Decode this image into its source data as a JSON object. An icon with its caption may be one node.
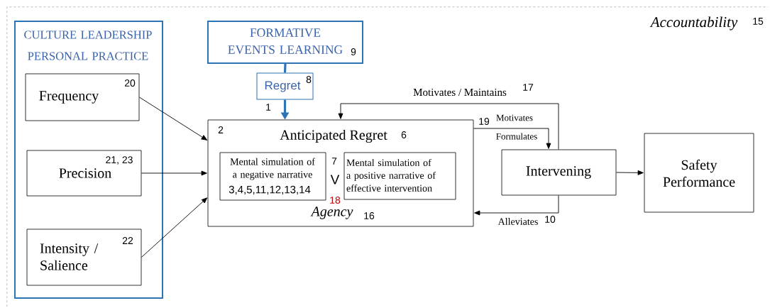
{
  "diagram": {
    "nodes": [
      {
        "text": [
          "Accountability",
          "15"
        ]
      },
      {
        "text": [
          "CULTURE LEADERSHIP PERSONAL PRACTICE"
        ],
        "in": 0
      },
      {
        "text": [
          "20",
          "Frequency"
        ],
        "in": 1
      },
      {
        "text": [
          "21, 23",
          "Precision"
        ],
        "in": 1
      },
      {
        "text": [
          "22",
          "Intensity / Salience"
        ],
        "in": 1
      },
      {
        "text": [
          "FORMATIVE EVENTS LEARNING",
          "9"
        ],
        "in": 0
      },
      {
        "text": [
          "Regret",
          "8"
        ],
        "in": 0
      },
      {
        "text": [
          "2",
          "Anticipated Regret",
          "6",
          "Agency",
          "16"
        ],
        "in": 0
      },
      {
        "text": [
          "Mental simulation of a negative narrative",
          "3,4,5,11,12,13,14"
        ],
        "in": 7
      },
      {
        "text": [
          "Mental simulation of a positive narrative of effective intervention"
        ],
        "in": 7
      },
      {
        "text": [
          "Intervening"
        ],
        "in": 0
      },
      {
        "text": [
          "Safety Performance"
        ],
        "in": 0
      }
    ],
    "edges": [
      {
        "from": 2,
        "to": 7,
        "arrow": "to"
      },
      {
        "from": 3,
        "to": 7,
        "arrow": "to"
      },
      {
        "from": 4,
        "to": 7,
        "arrow": "to"
      },
      {
        "from": 5,
        "to": 6,
        "arrow": "none",
        "style": "thick",
        "color": "#2e75b6"
      },
      {
        "from": 6,
        "to": 7,
        "arrow": "to",
        "style": "thick",
        "color": "#2e75b6"
      },
      {
        "from": 7,
        "to": 10,
        "arrow": "to",
        "label": "Motivates"
      },
      {
        "from": 10,
        "to": 7,
        "arrow": "to",
        "label": "Motivates / Maintains"
      },
      {
        "from": 10,
        "to": 7,
        "arrow": "to",
        "label": "Alleviates"
      },
      {
        "from": 10,
        "to": 11,
        "arrow": "to"
      }
    ],
    "labels": [
      "1",
      "7",
      "V",
      "18",
      "19",
      "Formulates",
      "17",
      "10"
    ]
  }
}
